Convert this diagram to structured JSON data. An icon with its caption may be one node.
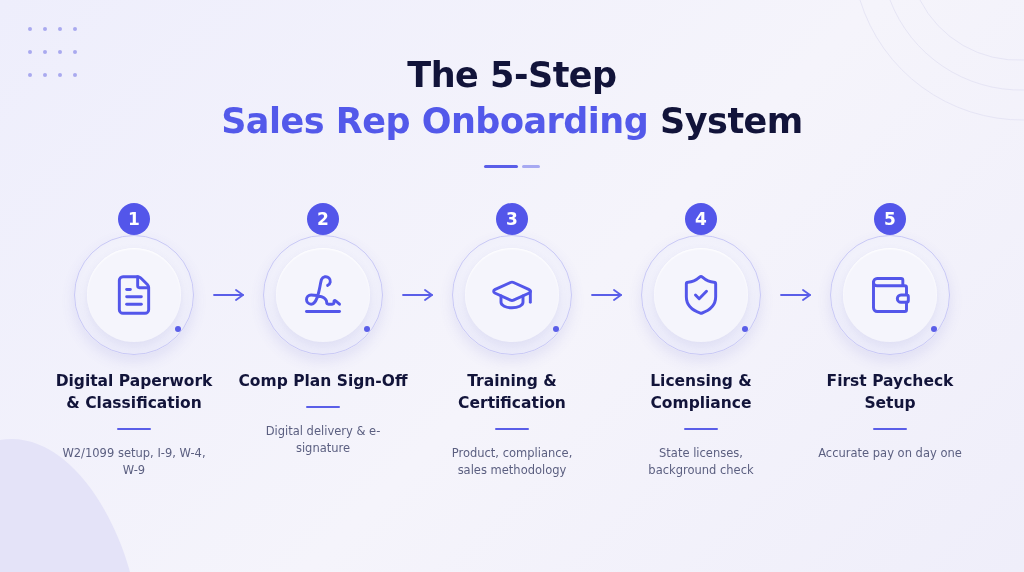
{
  "diagram": {
    "title": "The 5-Step **Sales Rep Onboarding** System",
    "nodes": [
      {
        "text": [
          "1",
          "Digital Paperwork & Classification",
          "W2/1099 setup, I-9, W-4, W-9"
        ]
      },
      {
        "text": [
          "2",
          "Comp Plan Sign-Off",
          "Digital delivery & e-signature"
        ]
      },
      {
        "text": [
          "3",
          "Training & Certification",
          "Product, compliance, sales methodology"
        ]
      },
      {
        "text": [
          "4",
          "Licensing & Compliance",
          "State licenses, background check"
        ]
      },
      {
        "text": [
          "5",
          "First Paycheck Setup",
          "Accurate pay on day one"
        ]
      }
    ],
    "edges": [
      {
        "from": 0,
        "to": 1,
        "arrow": "to"
      },
      {
        "from": 1,
        "to": 2,
        "arrow": "to"
      },
      {
        "from": 2,
        "to": 3,
        "arrow": "to"
      },
      {
        "from": 3,
        "to": 4,
        "arrow": "to"
      }
    ]
  }
}
